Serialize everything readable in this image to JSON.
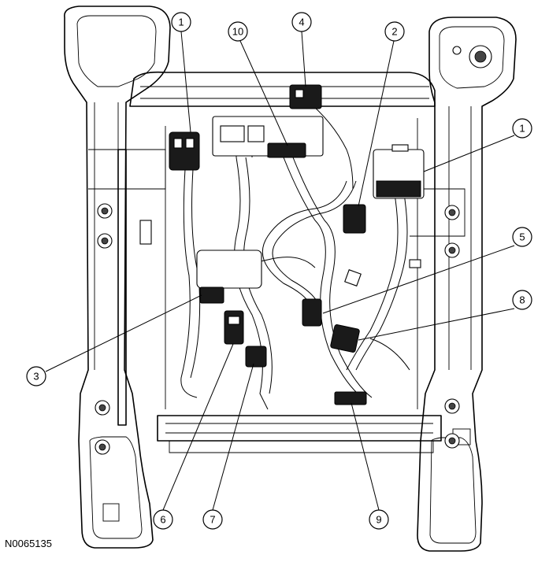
{
  "figure_id": "N0065135",
  "callouts": [
    {
      "label": "1"
    },
    {
      "label": "10"
    },
    {
      "label": "4"
    },
    {
      "label": "2"
    },
    {
      "label": "1"
    },
    {
      "label": "5"
    },
    {
      "label": "8"
    },
    {
      "label": "3"
    },
    {
      "label": "6"
    },
    {
      "label": "7"
    },
    {
      "label": "9"
    }
  ]
}
